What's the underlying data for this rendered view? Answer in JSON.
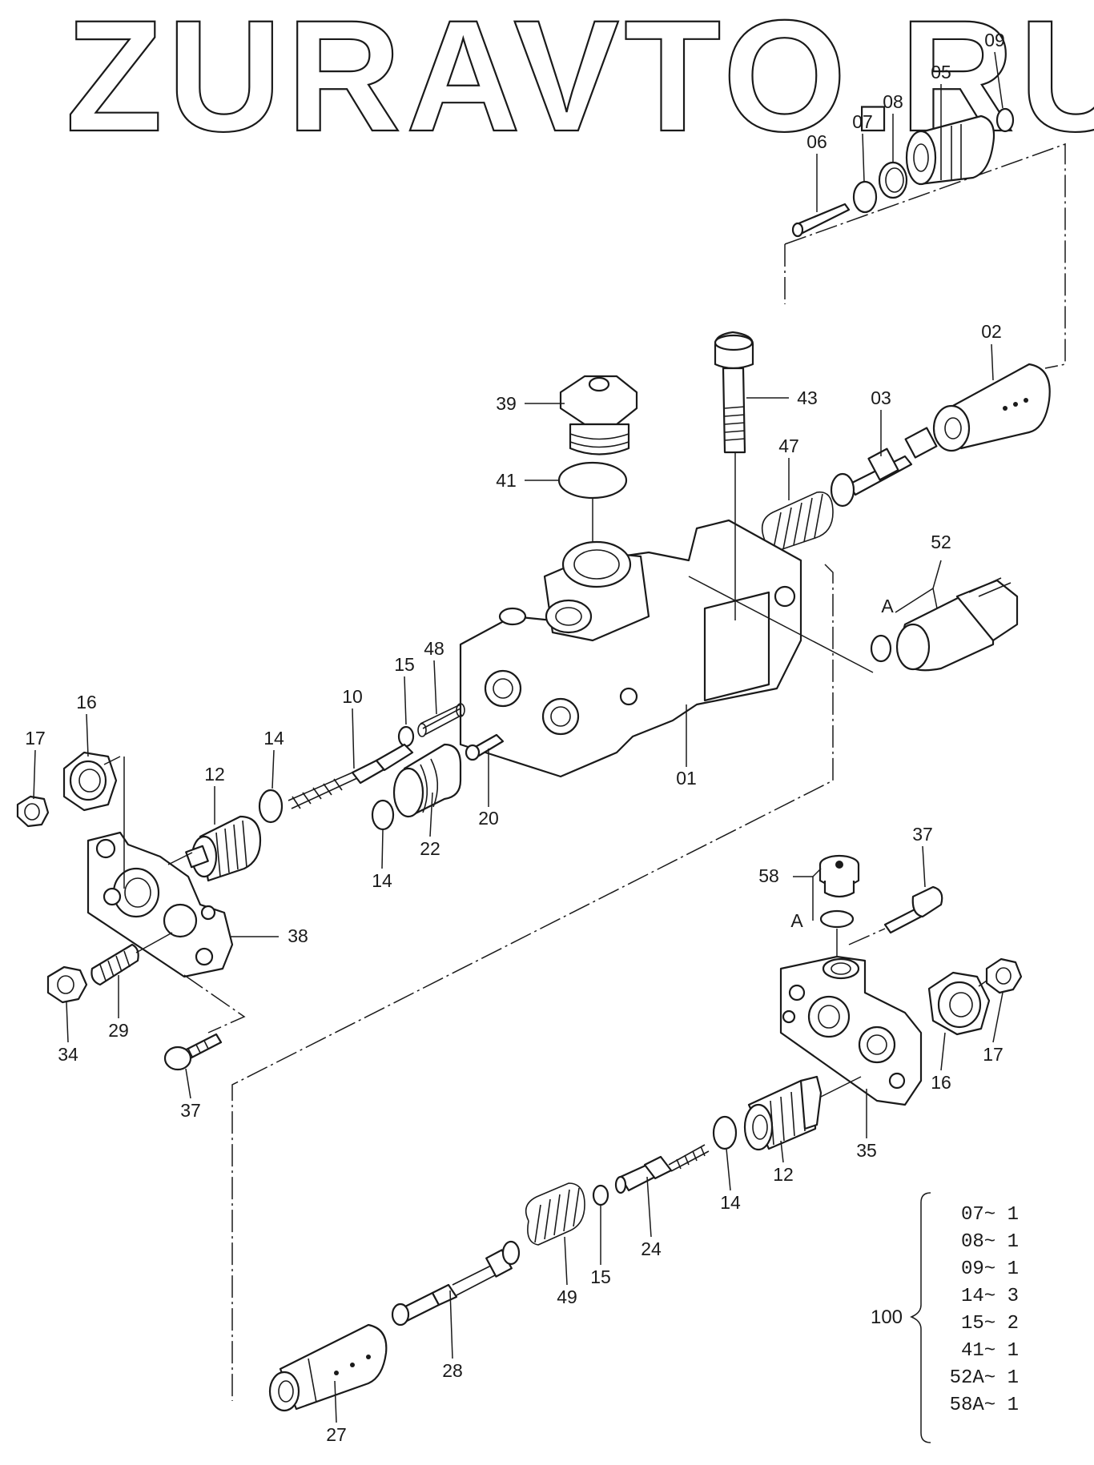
{
  "watermark": "ZURAVTO.RU",
  "labels": {
    "p01": "01",
    "p02": "02",
    "p03": "03",
    "p05": "05",
    "p06": "06",
    "p07": "07",
    "p08": "08",
    "p09": "09",
    "p10": "10",
    "p12a": "12",
    "p12b": "12",
    "p14a": "14",
    "p14b": "14",
    "p14c": "14",
    "p15a": "15",
    "p15b": "15",
    "p16a": "16",
    "p16b": "16",
    "p17a": "17",
    "p17b": "17",
    "p20": "20",
    "p22": "22",
    "p24": "24",
    "p27": "27",
    "p28": "28",
    "p29": "29",
    "p34": "34",
    "p35": "35",
    "p37a": "37",
    "p37b": "37",
    "p38": "38",
    "p39": "39",
    "p41": "41",
    "p43": "43",
    "p47": "47",
    "p48": "48",
    "p49": "49",
    "p52": "52",
    "p58": "58",
    "ref_a1": "A",
    "ref_a2": "A"
  },
  "kit": {
    "number": "100",
    "items": [
      "07~ 1",
      "08~ 1",
      "09~ 1",
      "14~ 3",
      "15~ 2",
      "41~ 1",
      "52A~ 1",
      "58A~ 1"
    ]
  }
}
